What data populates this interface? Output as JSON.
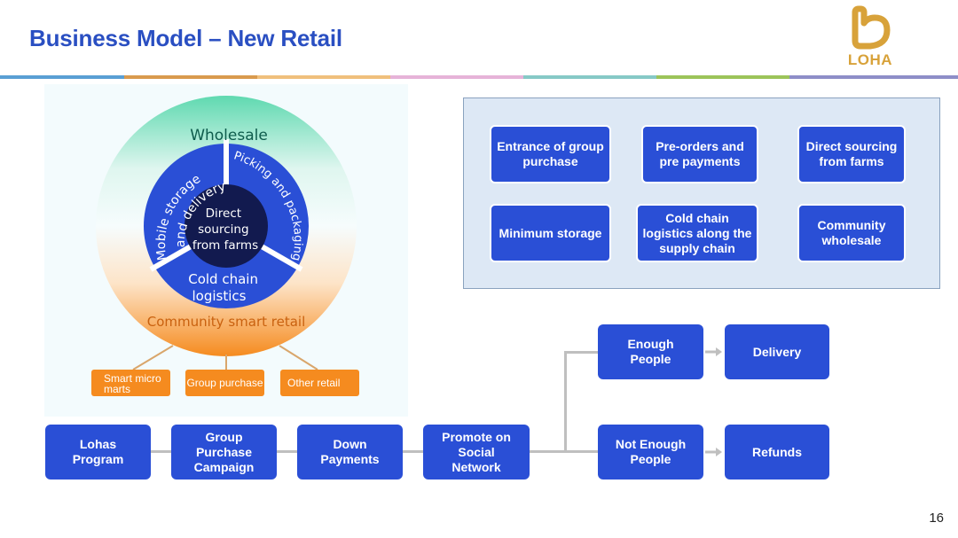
{
  "header": {
    "title": "Business Model – New Retail",
    "logo_text": "LOHA",
    "rule_colors": [
      "#5a9fd4",
      "#d99a4e",
      "#f0c07c",
      "#e6b3d8",
      "#86c9c6",
      "#9cc45a",
      "#8e8ec8"
    ]
  },
  "circle": {
    "outer_top_label": "Wholesale",
    "outer_bottom_label": "Community smart retail",
    "center_label": [
      "Direct",
      "sourcing",
      "from farms"
    ],
    "segments": {
      "left": [
        "Mobile storage",
        "and delivery"
      ],
      "right": "Picking and packaging",
      "bottom": [
        "Cold chain",
        "logistics"
      ]
    },
    "retail_tags": [
      {
        "label": "Smart micro marts"
      },
      {
        "label": "Group purchase"
      },
      {
        "label": "Other retail"
      }
    ]
  },
  "features_panel": {
    "items": [
      {
        "label": "Entrance of group purchase"
      },
      {
        "label": "Pre-orders and pre payments"
      },
      {
        "label": "Direct sourcing from farms"
      },
      {
        "label": "Minimum storage"
      },
      {
        "label": "Cold chain logistics along the supply chain"
      },
      {
        "label": "Community wholesale"
      }
    ]
  },
  "flow": {
    "steps": [
      {
        "label": "Lohas Program"
      },
      {
        "label": "Group Purchase Campaign"
      },
      {
        "label": "Down Payments"
      },
      {
        "label": "Promote on Social Network"
      }
    ],
    "branches": [
      {
        "condition": "Enough People",
        "outcome": "Delivery"
      },
      {
        "condition": "Not Enough People",
        "outcome": "Refunds"
      }
    ]
  },
  "colors": {
    "title": "#2a4fc2",
    "box": "#2a4fd6",
    "center": "#121a4f",
    "orange": "#f58b1f",
    "green": "#5fd9b0",
    "logo": "#d8a23a"
  },
  "footer": {
    "page_number": "16"
  }
}
